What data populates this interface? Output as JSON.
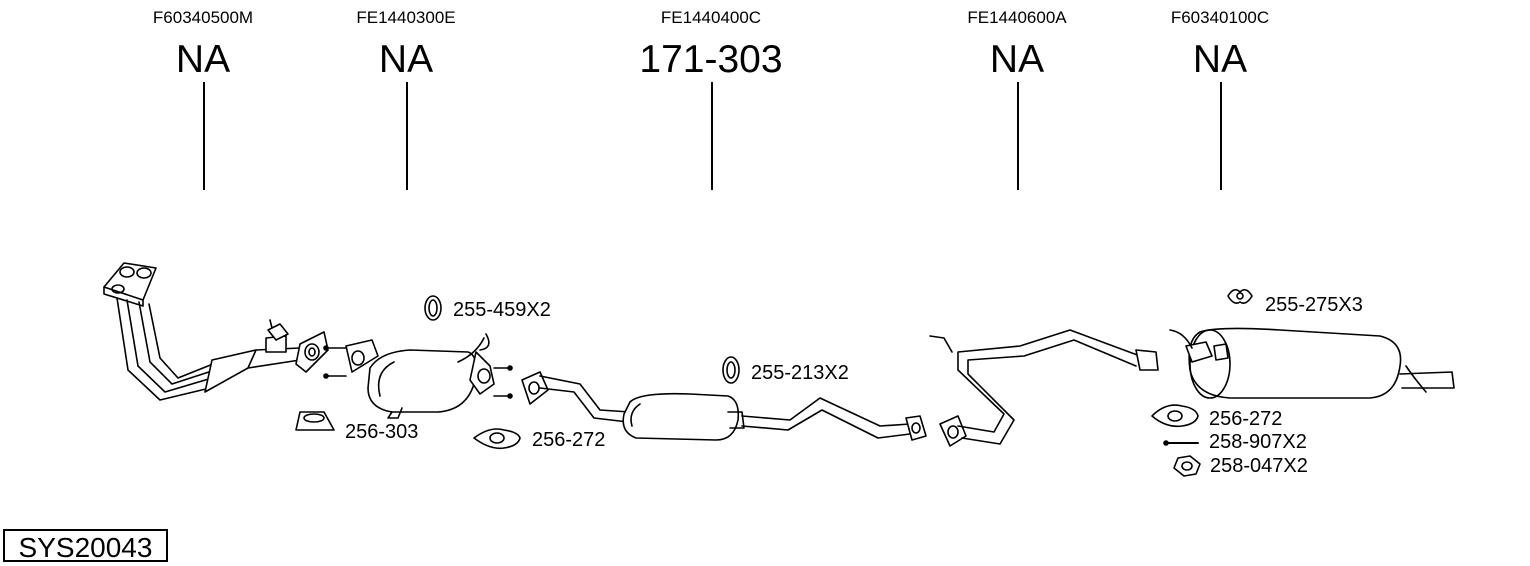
{
  "system_code": "SYS20043",
  "sections": [
    {
      "code": "F60340500M",
      "ref": "NA"
    },
    {
      "code": "FE1440300E",
      "ref": "NA"
    },
    {
      "code": "FE1440400C",
      "ref": "171-303"
    },
    {
      "code": "FE1440600A",
      "ref": "NA"
    },
    {
      "code": "F60340100C",
      "ref": "NA"
    }
  ],
  "parts": {
    "ring_459": "255-459X2",
    "gasket_303": "256-303",
    "flange_gasket_a": "256-272",
    "ring_213": "255-213X2",
    "hanger_275": "255-275X3",
    "flange_gasket_b": "256-272",
    "bolt_907": "258-907X2",
    "nut_047": "258-047X2"
  },
  "icons": [
    "exhaust-system-drawing",
    "rubber-ring-icon",
    "gasket-icon",
    "flange-gasket-icon",
    "hanger-icon",
    "bolt-icon",
    "nut-icon"
  ]
}
